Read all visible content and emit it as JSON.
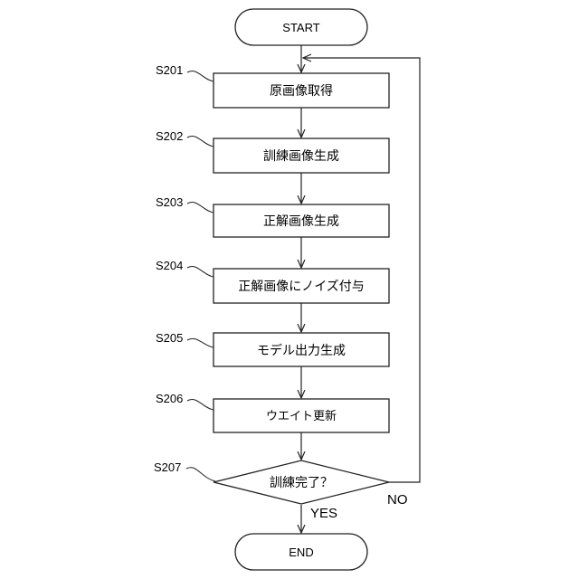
{
  "start_label": "START",
  "end_label": "END",
  "steps": [
    {
      "id": "S201",
      "text": "原画像取得"
    },
    {
      "id": "S202",
      "text": "訓練画像生成"
    },
    {
      "id": "S203",
      "text": "正解画像生成"
    },
    {
      "id": "S204",
      "text": "正解画像にノイズ付与"
    },
    {
      "id": "S205",
      "text": "モデル出力生成"
    },
    {
      "id": "S206",
      "text": "ウエイト更新"
    }
  ],
  "decision": {
    "id": "S207",
    "text": "訓練完了？"
  },
  "branches": {
    "yes": "YES",
    "no": "NO"
  }
}
